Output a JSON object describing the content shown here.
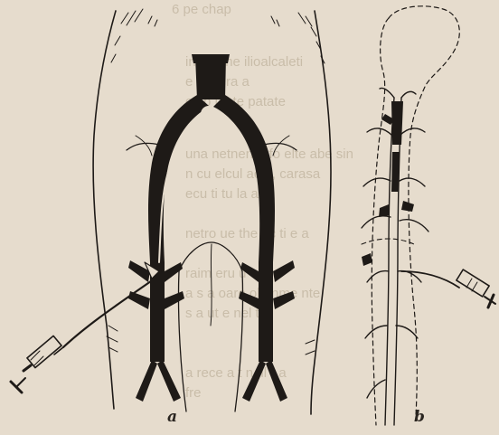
{
  "figure": {
    "panel_a_label": "a",
    "panel_b_label": "b",
    "bleed_lines": [
      "6 pe chap",
      "ing in the ilioalcaleti",
      "e cath ra a",
      "cu p teste patate",
      "una netnentrafo elte abe sin",
      "n cu elcul ac a, carasa",
      "ecu ti tu la ara",
      "netro ue the ac ti e a",
      "raim eru u",
      "a s a oare ole nme nte",
      "s a ut e nel tre",
      "a rece a t n fil r a",
      "fre"
    ],
    "colors": {
      "paper": "#e6dccd",
      "ink": "#1e1a17",
      "bleed": "#c9bda9"
    }
  }
}
